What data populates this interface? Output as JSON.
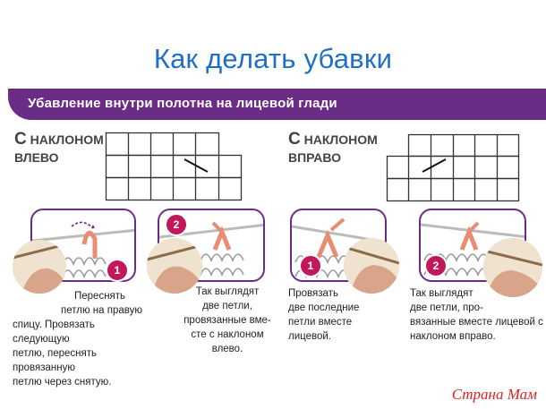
{
  "title": "Как делать убавки",
  "banner": "Убавление внутри полотна на лицевой глади",
  "left": {
    "label_cap": "С",
    "label_rest": "НАКЛОНОМ",
    "label_line2": "ВЛЕВО",
    "panel1_badge": "1",
    "panel2_badge": "2",
    "caption1": [
      "Переснять",
      "петлю на правую",
      "спицу. Провязать следующую",
      "петлю, переснять провязанную",
      "петлю через снятую."
    ],
    "caption2": [
      "Так выглядят",
      "две петли,",
      "провязанные вме-",
      "сте с наклоном влево."
    ]
  },
  "right": {
    "label_cap": "С",
    "label_rest": "НАКЛОНОМ",
    "label_line2": "ВПРАВО",
    "panel1_badge": "1",
    "panel2_badge": "2",
    "caption1": [
      "Провязать",
      "две последние",
      "петли вместе",
      "лицевой."
    ],
    "caption2": [
      "Так выглядят",
      "две петли, про-",
      "вязанные вместе лицевой с",
      "наклоном вправо."
    ]
  },
  "watermark": "Страна Мам",
  "colors": {
    "title": "#1f6fc9",
    "banner": "#6b2c86",
    "badge": "#c2185b",
    "stitch_highlight": "#e88c74"
  }
}
